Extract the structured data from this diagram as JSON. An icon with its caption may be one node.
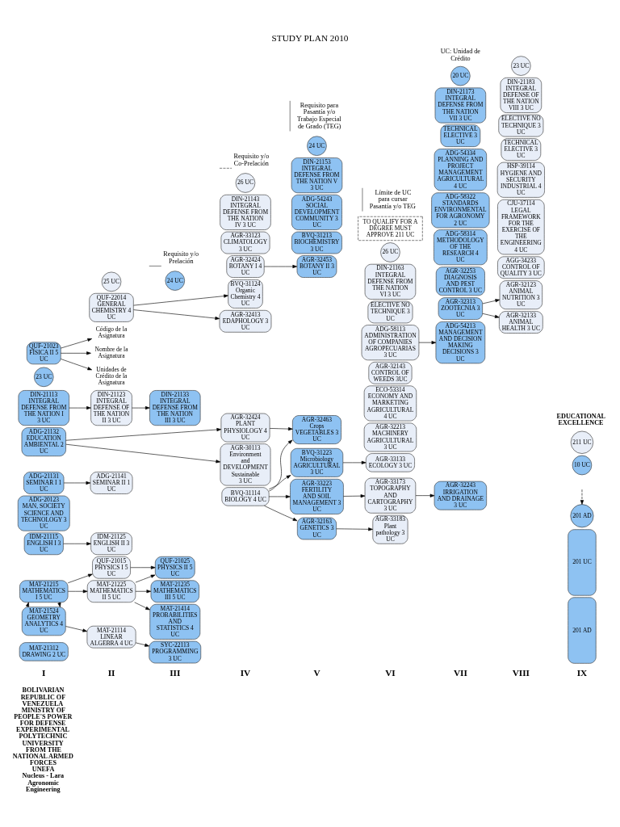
{
  "diagram": {
    "title": "STUDY PLAN 2010",
    "caption": "EDUCATIONAL EXCELLENCE",
    "nodes": [
      {
        "text": [
          "MAT-21312 DRAWING 2 UC"
        ]
      },
      {
        "text": [
          "MAT-21215 MATHEMATICS I 5 UC"
        ]
      },
      {
        "text": [
          "MAT-21524 GEOMETRY ANALYTICS 4 UC"
        ]
      },
      {
        "text": [
          "IDM-21115 ENGLISH I 3 UC"
        ]
      },
      {
        "text": [
          "ADG-20123 MAN, SOCIETY SCIENCE AND TECHNOLOGY 3 UC"
        ]
      },
      {
        "text": [
          "ADG-21131 SEMINAR I 1 UC"
        ]
      },
      {
        "text": [
          "ADG-21132 EDUCATION AMBIENTAL 2 UC"
        ]
      },
      {
        "text": [
          "DIN-21113 INTEGRAL DEFENSE FROM THE NATION I 3 UC"
        ]
      },
      {
        "text": [
          "23 UC"
        ]
      },
      {
        "text": [
          "QUF-21015 PHYSICS I 5 UC"
        ]
      },
      {
        "text": [
          "MAT-21225 MATHEMATICS II 5 UC"
        ]
      },
      {
        "text": [
          "MAT-21114 LINEAR ALGEBRA 4 UC"
        ]
      },
      {
        "text": [
          "IDM-21125 ENGLISH II 3 UC"
        ]
      },
      {
        "text": [
          "QUF-22014 GENERAL CHEMISTRY 4 UC"
        ]
      },
      {
        "text": [
          "ADG-21141 SEMINAR II 1 UC"
        ]
      },
      {
        "text": [
          "DIN-21123 INTEGRAL DEFENSE OF THE NATION II 3 UC"
        ]
      },
      {
        "text": [
          "25 UC"
        ]
      },
      {
        "text": [
          "QUF-21025 PHYSICS II 5 UC"
        ]
      },
      {
        "text": [
          "MAT-21235 MATHEMATICS III 5 UC"
        ]
      },
      {
        "text": [
          "MAT-21414 PROBABILITIES AND STATISTICS 4 UC"
        ]
      },
      {
        "text": [
          "SYC-22113 PROGRAMMING 3 UC"
        ]
      },
      {
        "text": [
          "DIN-21133 INTEGRAL DEFENSE FROM THE NATION III 3 UC"
        ]
      },
      {
        "text": [
          "24 UC"
        ]
      },
      {
        "text": [
          "AGR-32424 BOTANY I 4 UC"
        ]
      },
      {
        "text": [
          "BVQ-31114 BIOLOGY 4 UC"
        ]
      },
      {
        "text": [
          "AGR-33123 CLIMATOLOGY 3 UC"
        ]
      },
      {
        "text": [
          "BVQ-31124 Organic Chemistry 4 UC"
        ]
      },
      {
        "text": [
          "AGR-32413 EDAPHOLOGY 3 UC"
        ]
      },
      {
        "text": [
          "AGR-32424 PLANT PHYSIOLOGY 4 UC"
        ]
      },
      {
        "text": [
          "AGR-30113 Environment and DEVELOPMENT Sustainable 3 UC"
        ]
      },
      {
        "text": [
          "DIN-21143 INTEGRAL DEFENSE FROM THE NATION IV 3 UC"
        ]
      },
      {
        "text": [
          "26 UC"
        ]
      },
      {
        "text": [
          "AGR-32453 BOTANY II 3 UC"
        ]
      },
      {
        "text": [
          "BVQ-31223 Microbiology AGRICULTURAL 3 UC"
        ]
      },
      {
        "text": [
          "AGR-33223 FERTILITY AND SOIL MANAGEMENT 3 UC"
        ]
      },
      {
        "text": [
          "BVQ-31213 BIOCHEMISTRY 3 UC"
        ]
      },
      {
        "text": [
          "AGR-32163 GENETICS 3 UC"
        ]
      },
      {
        "text": [
          "AGR-32463 Crops VEGETABLES 3 UC"
        ]
      },
      {
        "text": [
          "ADG-54243 SOCIAL DEVELOPMENT COMMUNITY 3 UC"
        ]
      },
      {
        "text": [
          "DIN-21153 INTEGRAL DEFENSE FROM THE NATION V 3 UC"
        ]
      },
      {
        "text": [
          "24 UC"
        ]
      },
      {
        "text": [
          "AGR-32213 MACHINERY AGRICULTURAL 3 UC"
        ]
      },
      {
        "text": [
          "AGR-33133 ECOLOGY 3 UC"
        ]
      },
      {
        "text": [
          "AGR-33173 TOPOGRAPHY AND CARTOGRAPHY 3 UC"
        ]
      },
      {
        "text": [
          "ECO-53314 ECONOMY AND MARKETING AGRICULTURAL 4 UC"
        ]
      },
      {
        "text": [
          "AGR-33183 Plant pathology 3 UC"
        ]
      },
      {
        "text": [
          "AGR-32143 CONTROL OF WEEDS 3UC"
        ]
      },
      {
        "text": [
          "ADG-58113 ADMINISTRATION OF COMPANIES AGROPECUARIAS 3 UC"
        ]
      },
      {
        "text": [
          "ELECTIVE NO TECHNIQUE 3 UC"
        ]
      },
      {
        "text": [
          "DIN-21163 INTEGRAL DEFENSE FROM THE NATION VI 3 UC"
        ]
      },
      {
        "text": [
          "26 UC"
        ]
      },
      {
        "text": [
          "AGR-32313 ZOOTECNIA 3 UC"
        ]
      },
      {
        "text": [
          "AGR-32253 DIAGNOSIS AND PEST CONTROL 3 UC"
        ]
      },
      {
        "text": [
          "AGR-32243 IRRIGATION AND DRAINAGE 3 UC"
        ]
      },
      {
        "text": [
          "ADG-58314 METHODOLOGY OF THE RESEARCH 4 UC"
        ]
      },
      {
        "text": [
          "ADG-58322 STANDARDS ENVIRONMENTAL FOR AGRONOMY 2 UC"
        ]
      },
      {
        "text": [
          "ADG-54334 PLANNING AND PROJECT MANAGEMENT AGRICULTURAL 4 UC"
        ]
      },
      {
        "text": [
          "ADG-54213 MANAGEMENT AND DECISION MAKING DECISIONS 3 UC"
        ]
      },
      {
        "text": [
          "TECHNICAL ELECTIVE 3 UC"
        ]
      },
      {
        "text": [
          "DIN-21173 INTEGRAL DEFENSE FROM THE NATION VII 3 UC"
        ]
      },
      {
        "text": [
          "20 UC"
        ]
      },
      {
        "text": [
          "AGR-32123 ANIMAL NUTRITION 3 UC"
        ]
      },
      {
        "text": [
          "AGR-32133 ANIMAL HEALTH 3 UC"
        ]
      },
      {
        "text": [
          "AGG-34233 CONTROL OF QUALITY 3 UC"
        ]
      },
      {
        "text": [
          "CJU-37114 LEGAL FRAMEWORK FOR THE EXERCISE OF THE ENGINEERING 4 UC"
        ]
      },
      {
        "text": [
          "HSP-39114 HYGIENE AND SECURITY INDUSTRIAL 4 UC"
        ]
      },
      {
        "text": [
          "TECHNICAL ELECTIVE 3 UC"
        ]
      },
      {
        "text": [
          "ELECTIVE NO TECHNIQUE 3 UC"
        ]
      },
      {
        "text": [
          "DIN-21183 INTEGRAL DEFENSE OF THE NATION VIII 3 UC"
        ]
      },
      {
        "text": [
          "23 UC"
        ]
      },
      {
        "text": [
          "201 AD"
        ]
      },
      {
        "text": [
          "201 UC"
        ]
      },
      {
        "text": [
          "201 AD"
        ]
      },
      {
        "text": [
          "10 UC"
        ]
      },
      {
        "text": [
          "211 UC"
        ]
      },
      {
        "text": [
          "QUF-21023 FÍSICA II 5 UC"
        ]
      },
      {
        "text": [
          "Código de la Asignatura"
        ]
      },
      {
        "text": [
          "Nombre de la Asignatura"
        ]
      },
      {
        "text": [
          "Unidades de Crédito de la Asignatura"
        ]
      },
      {
        "text": [
          "TO QUALIFY FOR A DEGREE MUST APPROVE 211 UC"
        ]
      }
    ],
    "edges": [
      {
        "from": 1,
        "to": 2,
        "arrow": "to",
        "style": "dashed"
      },
      {
        "from": 2,
        "to": 1,
        "arrow": "to",
        "style": "dashed"
      },
      {
        "from": 1,
        "to": 9,
        "arrow": "to"
      },
      {
        "from": 1,
        "to": 10,
        "arrow": "to"
      },
      {
        "from": 2,
        "to": 11,
        "arrow": "to"
      },
      {
        "from": 3,
        "to": 12,
        "arrow": "to"
      },
      {
        "from": 5,
        "to": 14,
        "arrow": "to"
      },
      {
        "from": 7,
        "to": 15,
        "arrow": "to"
      },
      {
        "from": 9,
        "to": 17,
        "arrow": "to"
      },
      {
        "from": 10,
        "to": 17,
        "arrow": "to"
      },
      {
        "from": 10,
        "to": 18,
        "arrow": "to"
      },
      {
        "from": 10,
        "to": 19,
        "arrow": "to"
      },
      {
        "from": 11,
        "to": 20,
        "arrow": "to"
      },
      {
        "from": 13,
        "to": 26,
        "arrow": "to"
      },
      {
        "from": 13,
        "to": 27,
        "arrow": "to"
      },
      {
        "from": 6,
        "to": 28,
        "arrow": "to"
      },
      {
        "from": 6,
        "to": 29,
        "arrow": "to"
      },
      {
        "from": 15,
        "to": 21,
        "arrow": "to"
      },
      {
        "from": 23,
        "to": 32,
        "arrow": "to"
      },
      {
        "from": 24,
        "to": 33,
        "arrow": "to"
      },
      {
        "from": 24,
        "to": 34,
        "arrow": "to"
      },
      {
        "from": 24,
        "to": 36,
        "arrow": "to"
      },
      {
        "from": 24,
        "to": 37,
        "arrow": "to"
      },
      {
        "from": 28,
        "to": 37,
        "arrow": "to"
      },
      {
        "from": 33,
        "to": 42,
        "arrow": "to"
      },
      {
        "from": 34,
        "to": 43,
        "arrow": "to"
      },
      {
        "from": 36,
        "to": 45,
        "arrow": "to"
      },
      {
        "from": 43,
        "to": 53,
        "arrow": "to"
      },
      {
        "from": 47,
        "to": 57,
        "arrow": "to"
      },
      {
        "from": 51,
        "to": 61,
        "arrow": "to"
      },
      {
        "from": 51,
        "to": 62,
        "arrow": "to"
      },
      {
        "from": null,
        "to": 72,
        "arrow": "to",
        "style": "dashed"
      },
      {
        "from": 75,
        "to": 76,
        "arrow": "to"
      },
      {
        "from": 75,
        "to": 77,
        "arrow": "to"
      },
      {
        "from": 75,
        "to": 78,
        "arrow": "to"
      }
    ],
    "labels": [
      "BOLIVARIAN REPUBLIC OF VENEZUELA",
      "MINISTRY OF PEOPLE'S POWER FOR DEFENSE",
      "EXPERIMENTAL POLYTECHNIC UNIVERSITY",
      "FROM THE NATIONAL ARMED FORCES",
      "UNEFA",
      "Nucleus - Lara",
      "Agronomic Engineering",
      "I",
      "II",
      "III",
      "IV",
      "V",
      "VI",
      "VII",
      "VIII",
      "IX",
      "UC: Unidad de Crédito"
    ],
    "legend": [
      {
        "text": "Requisito y/o Prelación"
      },
      {
        "text": "Requisito y/o Co-Prelación"
      },
      {
        "text": "Requisito para Pasantía y/o Trabajo Especial de Grado (TEG)"
      },
      {
        "text": "Límite de UC para cursar Pasantía y/o TEG"
      }
    ]
  }
}
